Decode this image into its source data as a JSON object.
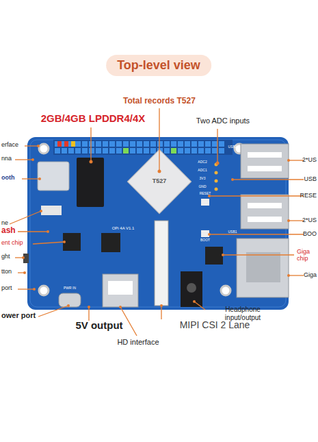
{
  "diagram": {
    "title": "Top-level view",
    "labels": [
      "Total records T527",
      "2GB/4GB LPDDR4/4X",
      "Two ADC inputs",
      "erface",
      "nna",
      "ooth",
      "ne",
      "ash",
      "ent chip",
      "ght",
      "tton",
      "port",
      "ower port",
      "2*US",
      "USB",
      "RESE",
      "2*US",
      "BOO",
      "Giga chip",
      "Giga",
      "Headphone input/output",
      "5V output",
      "MIPI CSI 2 Lane",
      "HD interface",
      "T527",
      "OPi 4A V1.1",
      "ADC2",
      "ADC1",
      "3V3",
      "GND",
      "USB2",
      "USB1",
      "RESET",
      "BOOT",
      "PWR IN"
    ]
  }
}
